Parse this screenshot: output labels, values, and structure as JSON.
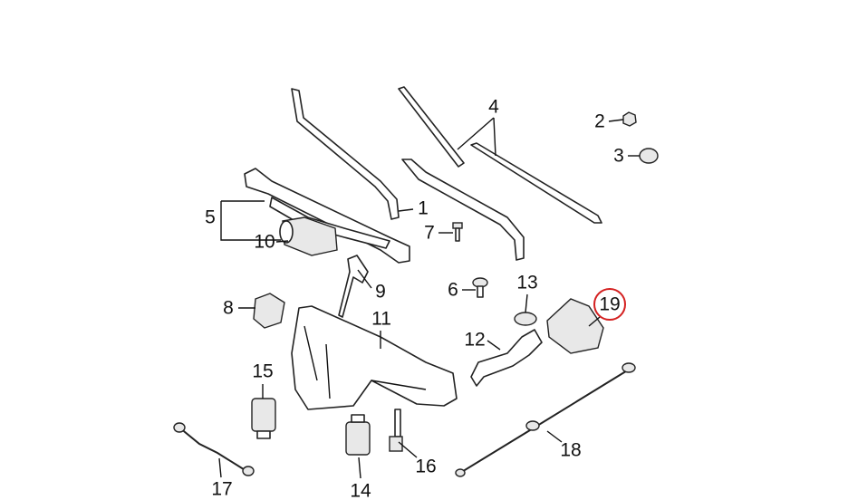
{
  "diagram": {
    "title": "Windshield wiper and washer components",
    "callouts": [
      {
        "number": "1",
        "part": "wiper-arm"
      },
      {
        "number": "2",
        "part": "nut"
      },
      {
        "number": "3",
        "part": "cap"
      },
      {
        "number": "4",
        "part": "wiper-blade"
      },
      {
        "number": "5",
        "part": "wiper-linkage"
      },
      {
        "number": "6",
        "part": "bolt"
      },
      {
        "number": "7",
        "part": "screw"
      },
      {
        "number": "8",
        "part": "bracket"
      },
      {
        "number": "9",
        "part": "reservoir-bracket"
      },
      {
        "number": "10",
        "part": "wiper-motor"
      },
      {
        "number": "11",
        "part": "washer-reservoir"
      },
      {
        "number": "12",
        "part": "filler-neck"
      },
      {
        "number": "13",
        "part": "cap-seal"
      },
      {
        "number": "14",
        "part": "washer-pump"
      },
      {
        "number": "15",
        "part": "washer-pump"
      },
      {
        "number": "16",
        "part": "level-sensor"
      },
      {
        "number": "17",
        "part": "hose"
      },
      {
        "number": "18",
        "part": "hose"
      },
      {
        "number": "19",
        "part": "mounting-bracket",
        "highlighted": true
      }
    ],
    "highlight_color": "#d42020"
  }
}
